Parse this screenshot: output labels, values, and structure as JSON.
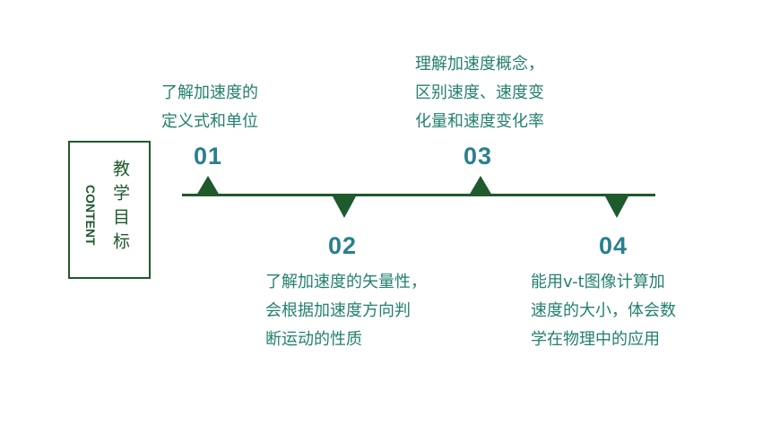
{
  "label": {
    "english": "CONTENT",
    "chinese": "教学目标"
  },
  "items": [
    {
      "num": "01",
      "lines": [
        "了解加速度的",
        "定义式和单位"
      ]
    },
    {
      "num": "02",
      "lines": [
        "了解加速度的矢量性，",
        "会根据加速度方向判",
        "断运动的性质"
      ]
    },
    {
      "num": "03",
      "lines": [
        "理解加速度概念，",
        "区别速度、速度变",
        "化量和速度变化率"
      ]
    },
    {
      "num": "04",
      "lines": [
        "能用v-t图像计算加",
        "速度的大小，体会数",
        "学在物理中的应用"
      ]
    }
  ],
  "colors": {
    "dark_green": "#1e5a2c",
    "teal_number": "#2a7f8e",
    "teal_text": "#24806e"
  }
}
